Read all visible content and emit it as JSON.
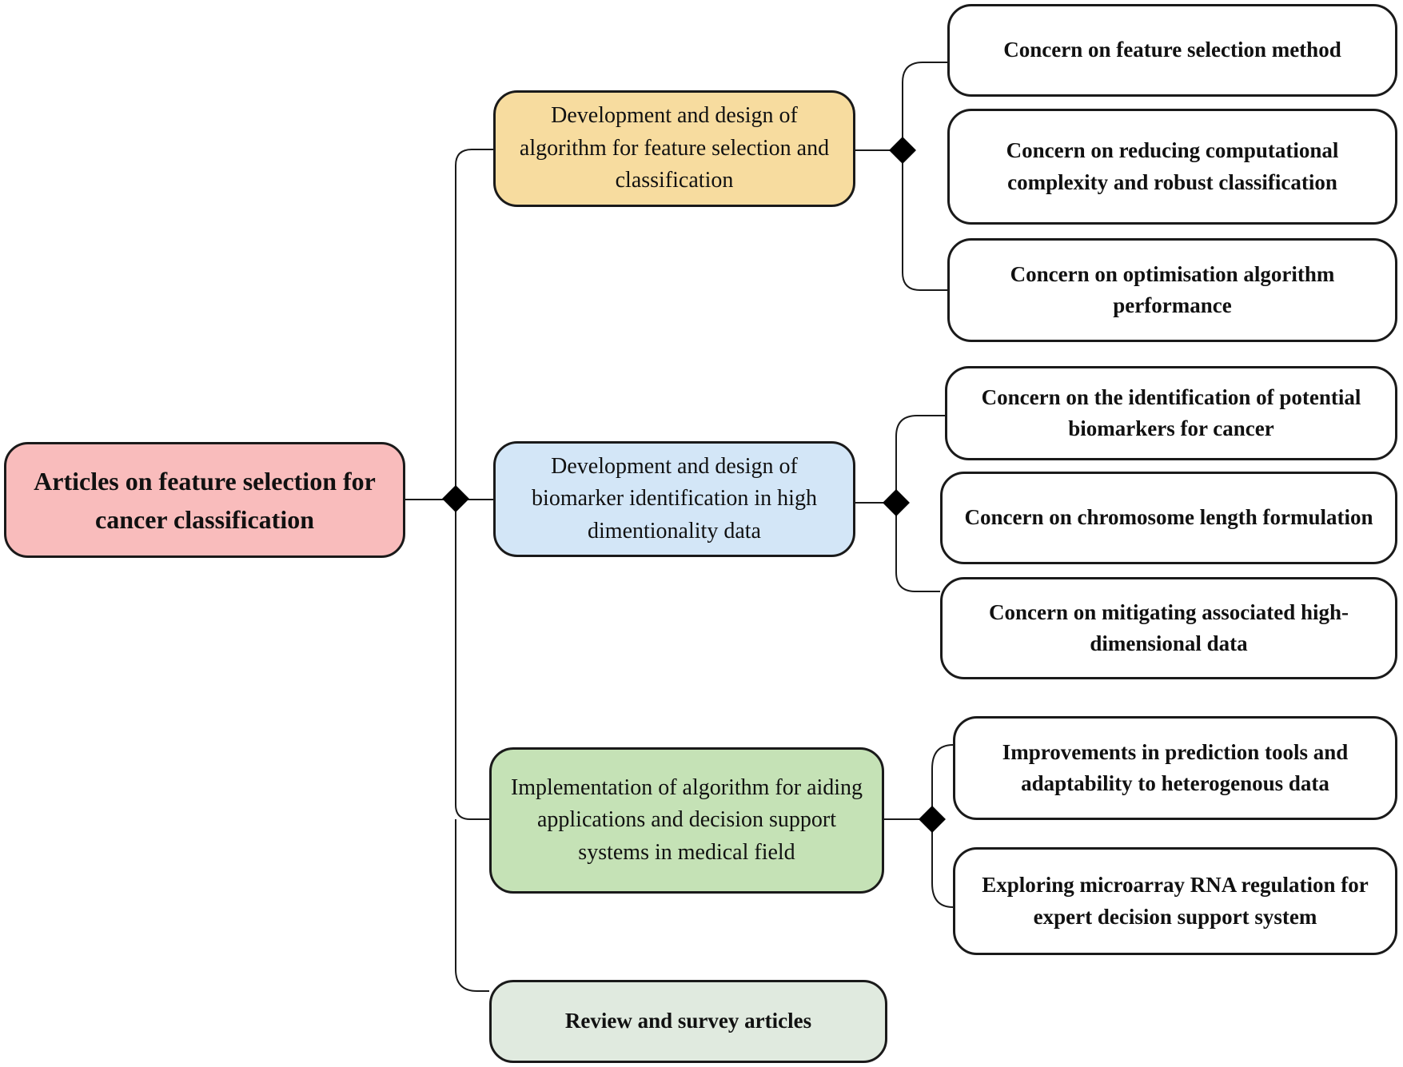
{
  "root": {
    "label": "Articles on feature selection for cancer classification",
    "color": "#f9bcbc"
  },
  "categories": [
    {
      "label": "Development and design of algorithm for feature selection and classification",
      "color": "#f7dc9f",
      "concerns": [
        "Concern on feature selection method",
        "Concern on reducing computational complexity and robust classification",
        "Concern on optimisation algorithm performance"
      ]
    },
    {
      "label": "Development and design of biomarker identification in high dimentionality data",
      "color": "#d3e6f7",
      "concerns": [
        "Concern on the identification of potential biomarkers for cancer",
        "Concern on chromosome length formulation",
        "Concern on mitigating associated high-dimensional data"
      ]
    },
    {
      "label": "Implementation of algorithm for aiding applications and decision support systems in medical field",
      "color": "#c5e2b6",
      "concerns": [
        "Improvements in prediction tools and adaptability to heterogenous data",
        "Exploring microarray RNA regulation for expert decision support system"
      ]
    },
    {
      "label": "Review and survey articles",
      "color": "#e0eadf",
      "concerns": []
    }
  ],
  "leaf_color": "#ffffff",
  "connector_color": "#1a1a1a"
}
